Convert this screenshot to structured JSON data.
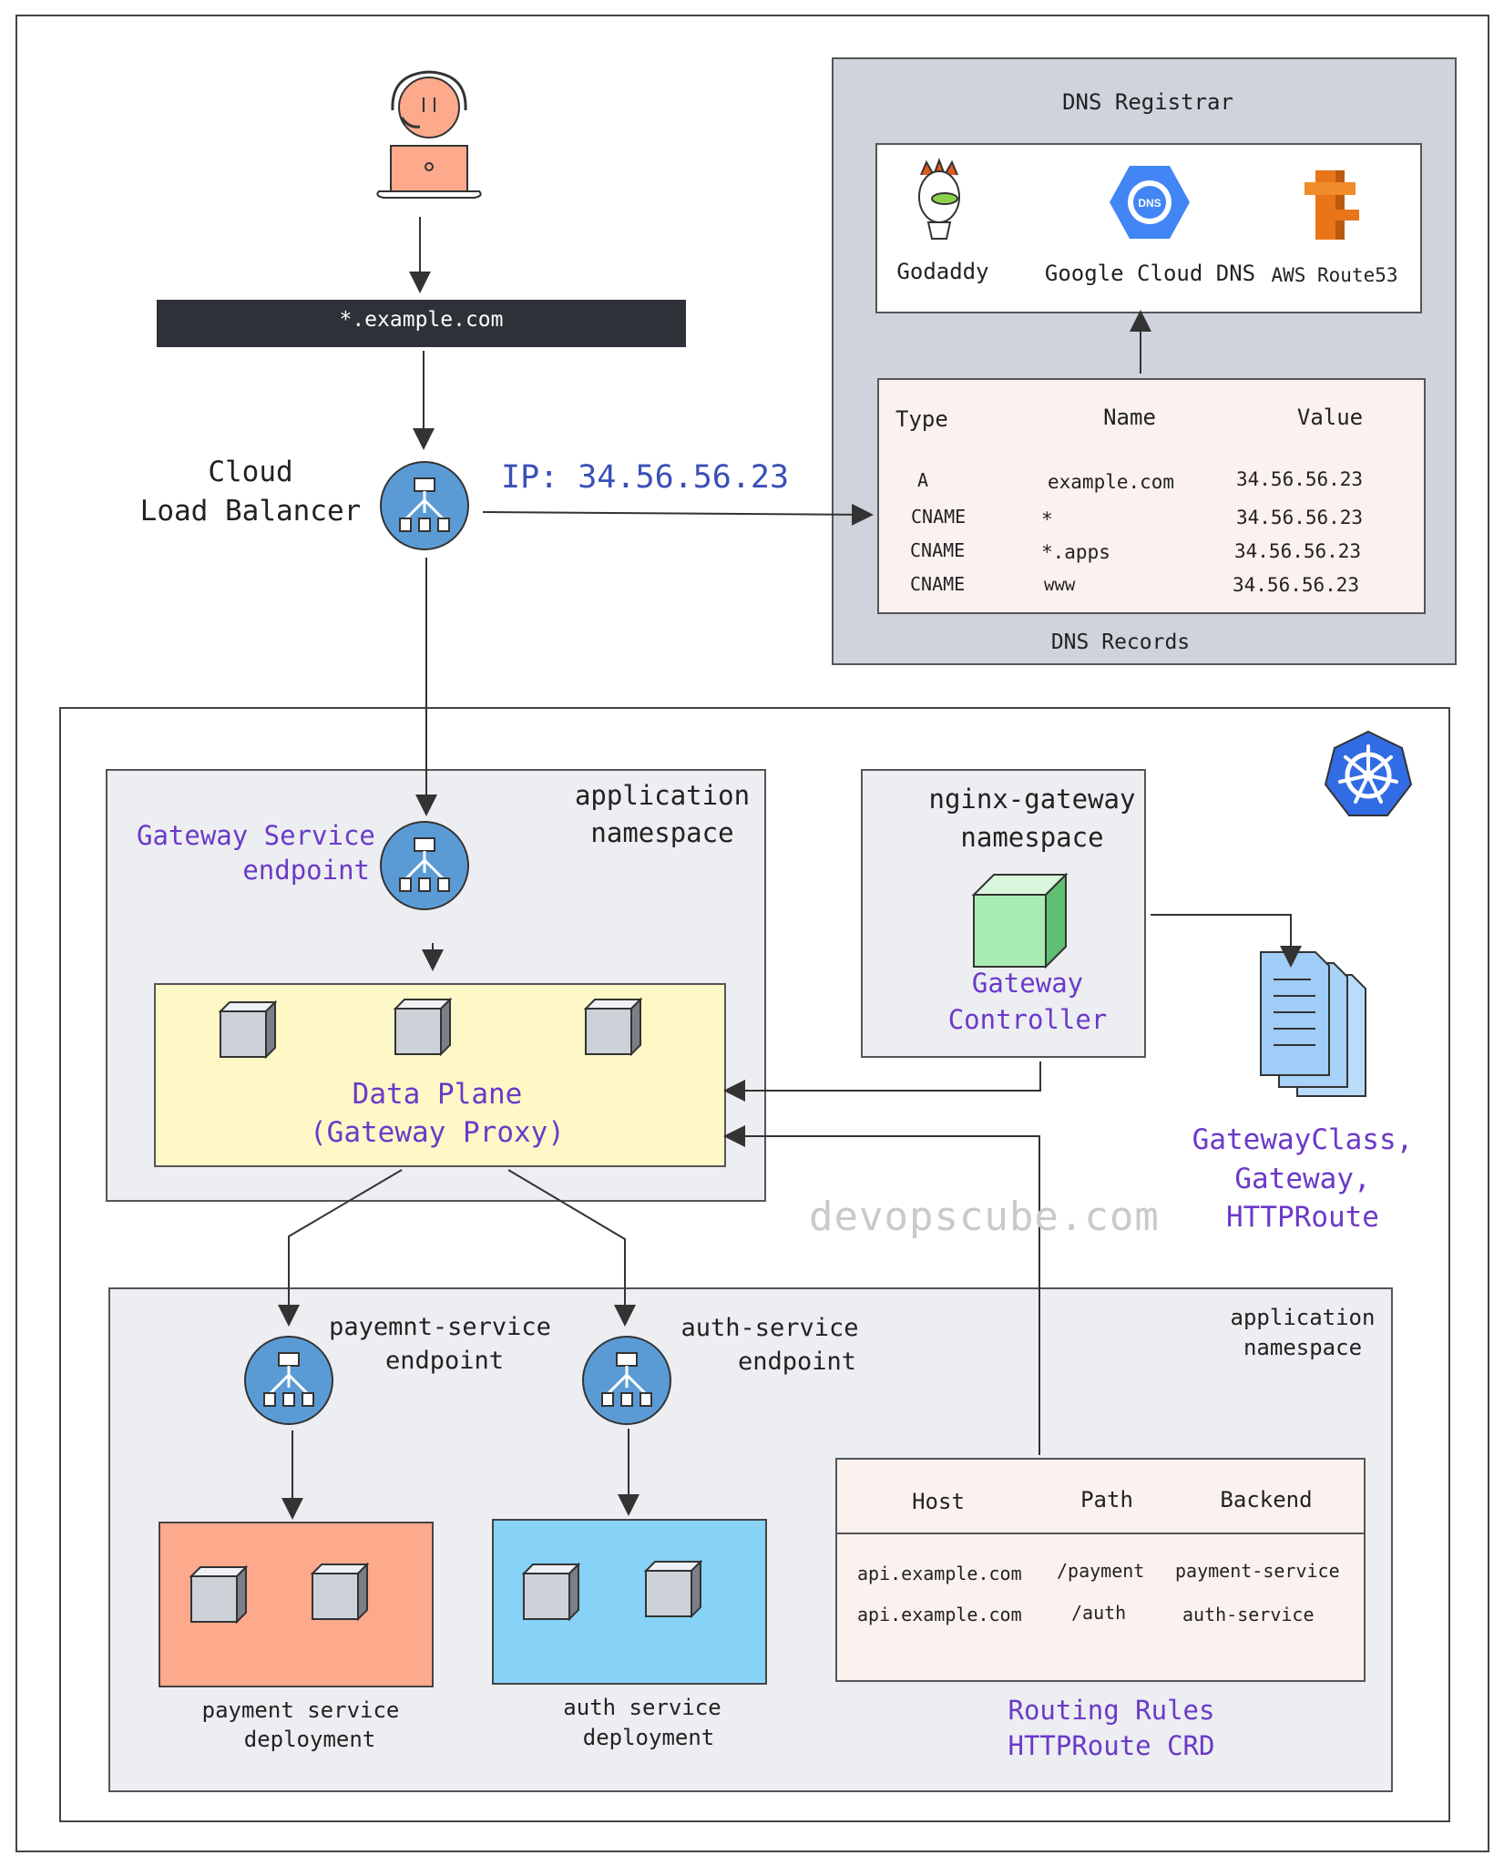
{
  "domain_bar": {
    "label": "*.example.com"
  },
  "load_balancer": {
    "label_line1": "Cloud",
    "label_line2": "Load Balancer",
    "ip": "IP: 34.56.56.23"
  },
  "dns_registrar": {
    "title": "DNS Registrar",
    "providers": [
      "Godaddy",
      "Google Cloud DNS",
      "AWS Route53"
    ],
    "dns_badge": "DNS"
  },
  "dns_records": {
    "caption": "DNS Records",
    "headers": [
      "Type",
      "Name",
      "Value"
    ],
    "rows": [
      [
        "A",
        "example.com",
        "34.56.56.23"
      ],
      [
        "CNAME",
        "*",
        "34.56.56.23"
      ],
      [
        "CNAME",
        "*.apps",
        "34.56.56.23"
      ],
      [
        "CNAME",
        "www",
        "34.56.56.23"
      ]
    ]
  },
  "app_namespace_top": {
    "label_line1": "application",
    "label_line2": "namespace",
    "gateway_service_line1": "Gateway Service",
    "gateway_service_line2": "endpoint",
    "data_plane_line1": "Data Plane",
    "data_plane_line2": "(Gateway Proxy)"
  },
  "nginx_namespace": {
    "label_line1": "nginx-gateway",
    "label_line2": "namespace",
    "controller_line1": "Gateway",
    "controller_line2": "Controller"
  },
  "crd_docs": {
    "line1": "GatewayClass,",
    "line2": "Gateway,",
    "line3": "HTTPRoute"
  },
  "watermark": "devopscube.com",
  "app_namespace_bottom": {
    "label_line1": "application",
    "label_line2": "namespace",
    "payment_endpoint_line1": "payemnt-service",
    "payment_endpoint_line2": "endpoint",
    "auth_endpoint_line1": "auth-service",
    "auth_endpoint_line2": "endpoint",
    "payment_deploy_line1": "payment service",
    "payment_deploy_line2": "deployment",
    "auth_deploy_line1": "auth service",
    "auth_deploy_line2": "deployment"
  },
  "routing_table": {
    "headers": [
      "Host",
      "Path",
      "Backend"
    ],
    "rows": [
      [
        "api.example.com",
        "/payment",
        "payment-service"
      ],
      [
        "api.example.com",
        "/auth",
        "auth-service"
      ]
    ],
    "caption_line1": "Routing Rules",
    "caption_line2": "HTTPRoute CRD"
  },
  "colors": {
    "registrar_bg": "#cfd3dc",
    "record_bg": "#fbf1ef",
    "namespace_bg": "#eceef1",
    "data_plane_bg": "#fdf8c6",
    "payment_deploy_bg": "#fca98c",
    "auth_deploy_bg": "#87d3f8",
    "controller_cube": "#a9ecb1",
    "lb_circle": "#5b9bd5",
    "k8s_blue": "#326ce5",
    "accent_purple": "#6b3ac8",
    "ip_blue": "#3a4fb8"
  }
}
